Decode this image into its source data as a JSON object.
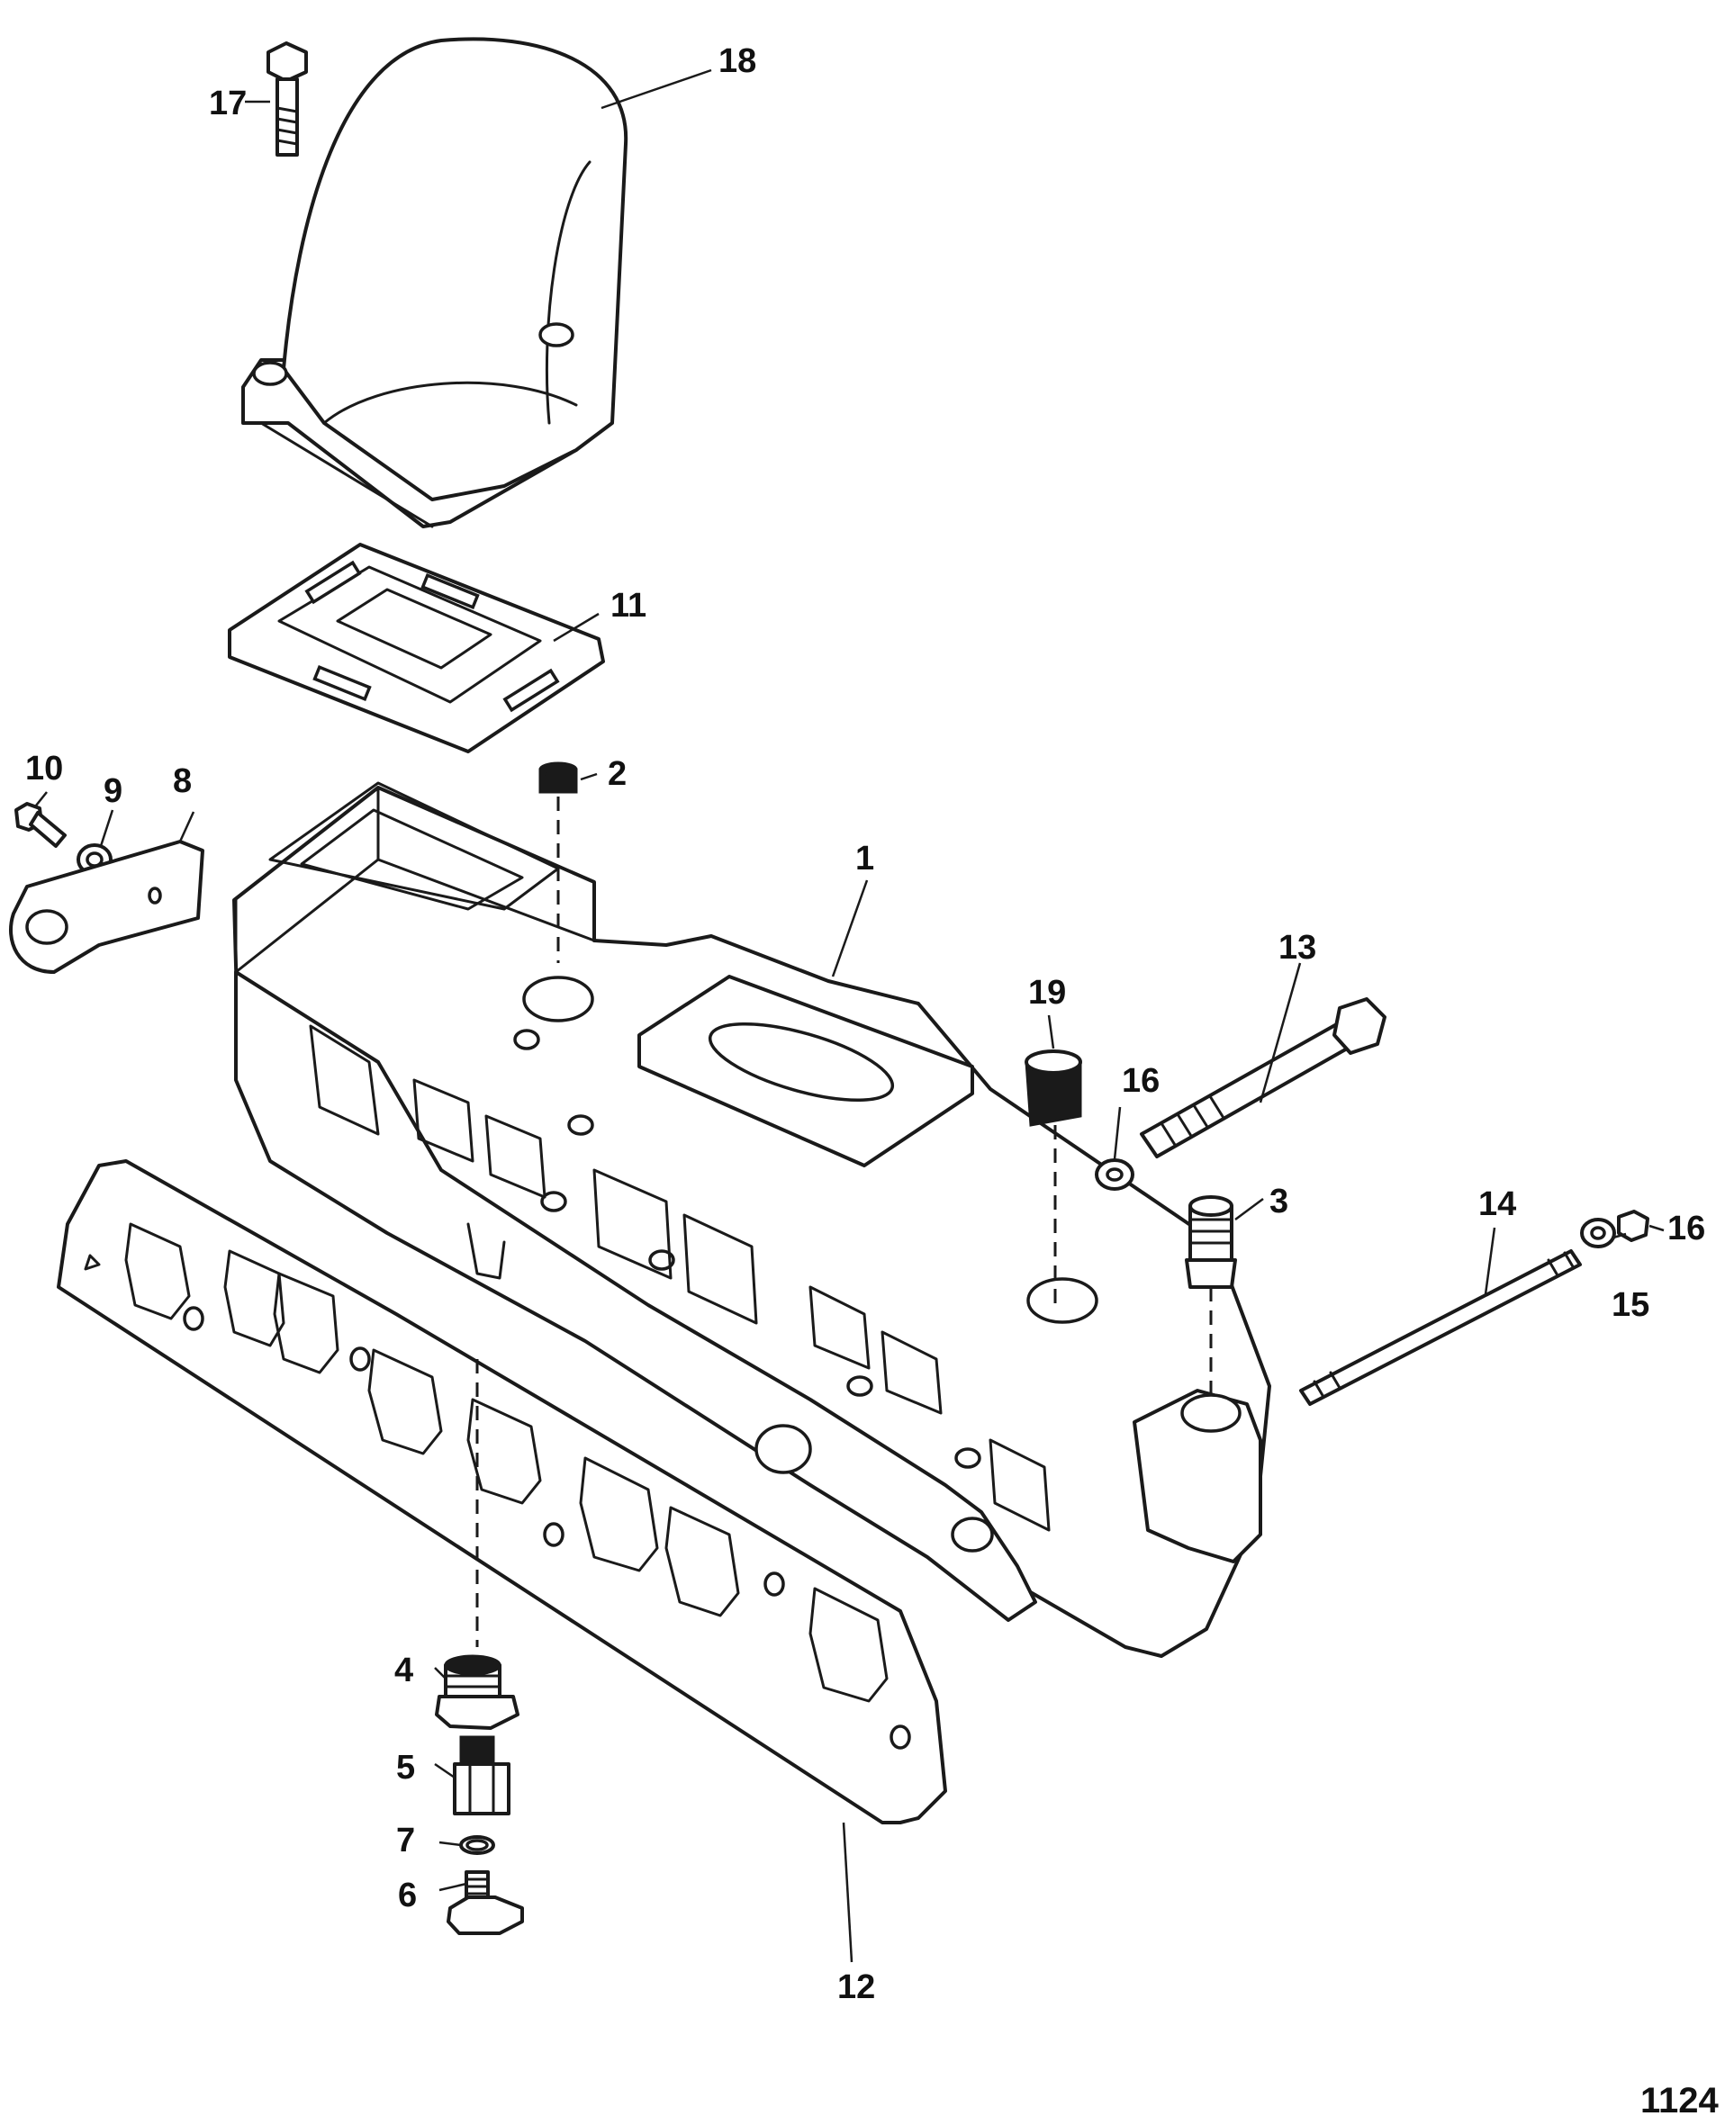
{
  "diagram": {
    "figure_number": "1124",
    "callouts": [
      {
        "id": "c1",
        "label": "1"
      },
      {
        "id": "c2",
        "label": "2"
      },
      {
        "id": "c3",
        "label": "3"
      },
      {
        "id": "c4",
        "label": "4"
      },
      {
        "id": "c5",
        "label": "5"
      },
      {
        "id": "c6",
        "label": "6"
      },
      {
        "id": "c7",
        "label": "7"
      },
      {
        "id": "c8",
        "label": "8"
      },
      {
        "id": "c9",
        "label": "9"
      },
      {
        "id": "c10",
        "label": "10"
      },
      {
        "id": "c11",
        "label": "11"
      },
      {
        "id": "c12",
        "label": "12"
      },
      {
        "id": "c13",
        "label": "13"
      },
      {
        "id": "c14",
        "label": "14"
      },
      {
        "id": "c15",
        "label": "15"
      },
      {
        "id": "c16a",
        "label": "16"
      },
      {
        "id": "c16b",
        "label": "16"
      },
      {
        "id": "c17",
        "label": "17"
      },
      {
        "id": "c18",
        "label": "18"
      },
      {
        "id": "c19",
        "label": "19"
      }
    ]
  }
}
